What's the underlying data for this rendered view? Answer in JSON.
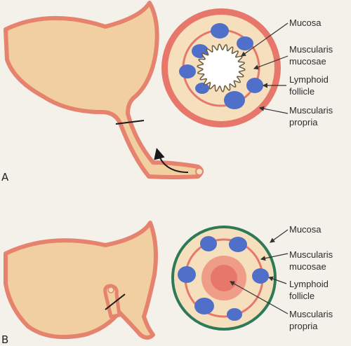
{
  "figure": {
    "panels": [
      {
        "letter": "A",
        "labels": {
          "mucosa": "Mucosa",
          "muscularis_mucosae_1": "Muscularis",
          "muscularis_mucosae_2": "mucosae",
          "lymphoid_follicle_1": "Lymphoid",
          "lymphoid_follicle_2": "follicle",
          "muscularis_propria_1": "Muscularis",
          "muscularis_propria_2": "propria"
        }
      },
      {
        "letter": "B",
        "labels": {
          "mucosa": "Mucosa",
          "muscularis_mucosae_1": "Muscularis",
          "muscularis_mucosae_2": "mucosae",
          "lymphoid_follicle_1": "Lymphoid",
          "lymphoid_follicle_2": "follicle",
          "muscularis_propria_1": "Muscularis",
          "muscularis_propria_2": "propria"
        }
      }
    ]
  },
  "colors": {
    "background": "#f4f0ea",
    "organ_fill": "#f2cfa0",
    "organ_outline": "#e5836f",
    "mucosa_ring": "#e7776a",
    "submucosa": "#f6dfbd",
    "follicle": "#4f6fc9",
    "outer_ring_b": "#2e7a57",
    "pointer": "#333333"
  }
}
